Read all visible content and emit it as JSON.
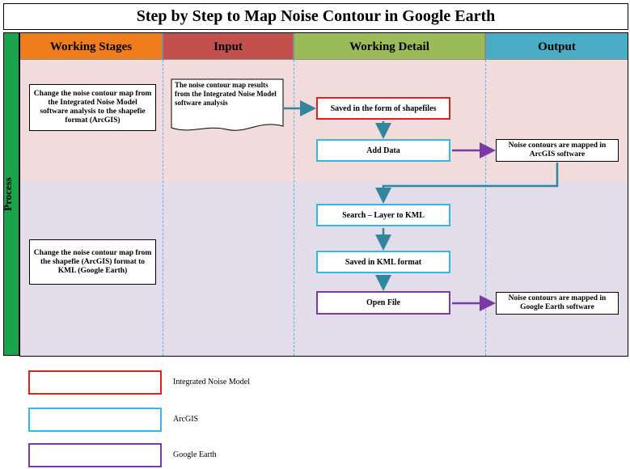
{
  "title": "Step by Step to Map Noise Contour in Google Earth",
  "process_label": "Process",
  "headers": [
    {
      "label": "Working Stages",
      "color": "#f07d1c"
    },
    {
      "label": "Input",
      "color": "#c2504d"
    },
    {
      "label": "Working Detail",
      "color": "#9bbb59"
    },
    {
      "label": "Output",
      "color": "#4bacc6"
    }
  ],
  "stages": {
    "stage1": "Change the noise contour map from the Integrated Noise Model software analysis to the shapefie format (ArcGIS)",
    "stage2": "Change the noise contour map from the shapefie (ArcGIS) format to KML (Google Earth)"
  },
  "input_doc": "The noise contour map results from the Integrated Noise Model software analysis",
  "steps": {
    "saved_shapefiles": "Saved in the form of shapefiles",
    "add_data": "Add Data",
    "search_layer_kml": "Search – Layer to KML",
    "saved_kml": "Saved in KML format",
    "open_file": "Open File"
  },
  "outputs": {
    "arcgis": "Noise contours are mapped in ArcGIS software",
    "google_earth": "Noise contours are mapped in Google Earth software"
  },
  "legend": [
    {
      "label": "Integrated Noise Model",
      "color": "#e0201b"
    },
    {
      "label": "ArcGIS",
      "color": "#31b8e3"
    },
    {
      "label": "Google Earth",
      "color": "#7b3aa3"
    }
  ],
  "colors": {
    "arrow_teal": "#31859c",
    "arrow_purple": "#7b3aa3",
    "band_pink": "#f2dcdb",
    "band_lavender": "#e3dcea",
    "process_green": "#1aa34a"
  }
}
